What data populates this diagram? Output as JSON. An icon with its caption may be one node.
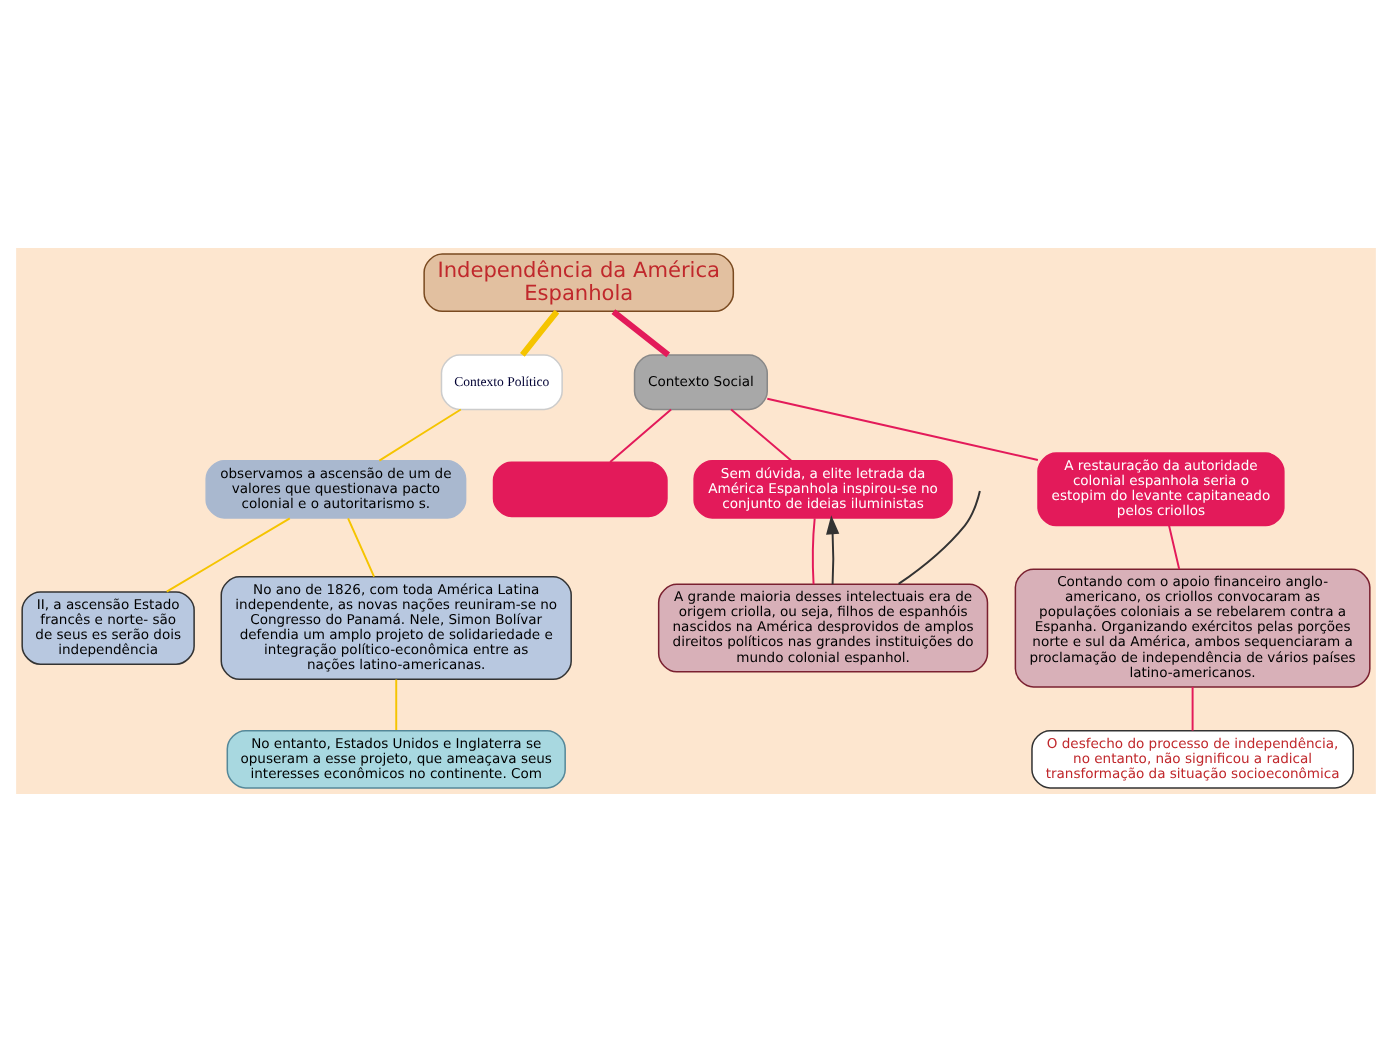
{
  "diagram": {
    "nodes": [
      {
        "text": [
          "Independência da América Espanhola"
        ]
      },
      {
        "text": [
          "Contexto Político"
        ]
      },
      {
        "text": [
          "observamos a ascensão de um de valores que questionava pacto colonial e o autoritarismo s."
        ]
      },
      {
        "text": [
          "II, a ascensão Estado francês e norte- são de seus es serão dois independência"
        ]
      },
      {
        "text": [
          "No ano de 1826, com toda América Latina independente, as novas nações reuniram-se no Congresso do Panamá. Nele, Simon Bolívar defendia um amplo projeto de solidariedade e integração político-econômica entre as nações latino-americanas."
        ]
      },
      {
        "text": [
          "No entanto, Estados Unidos e Inglaterra se opuseram a esse projeto, que ameaçava seus interesses econômicos no continente. Com"
        ]
      },
      {
        "text": [
          "Contexto Social"
        ]
      },
      {
        "text": [
          "Sem dúvida, a elite letrada da América Espanhola inspirou-se no conjunto de ideias iluministas"
        ]
      },
      {
        "text": [
          "A grande maioria desses intelectuais era de origem criolla, ou seja, filhos de espanhóis nascidos na América desprovidos de amplos direitos políticos nas grandes instituições do mundo colonial espanhol."
        ]
      },
      {
        "text": [
          "A restauração da autoridade colonial espanhola seria o estopim do levante capitaneado pelos criollos"
        ]
      },
      {
        "text": [
          "Contando com o apoio financeiro anglo-americano, os criollos convocaram as populações coloniais a se rebelarem contra a Espanha. Organizando exércitos pelas porções norte e sul da América, ambos sequenciaram a proclamação de independência de vários países latino-americanos."
        ]
      },
      {
        "text": [
          "O desfecho do processo de independência, no entanto, não significou a radical transformação da situação socioeconômica"
        ]
      },
      {
        "text": [],
        "shape": "box"
      }
    ],
    "edges": [
      {
        "from": 0,
        "to": 1,
        "arrow": "none",
        "style": "thick",
        "color": "#f5c400"
      },
      {
        "from": 1,
        "to": 2,
        "arrow": "none",
        "color": "#f5c400"
      },
      {
        "from": 2,
        "to": 3,
        "arrow": "none",
        "color": "#f5c400"
      },
      {
        "from": 2,
        "to": 4,
        "arrow": "none",
        "color": "#f5c400"
      },
      {
        "from": 4,
        "to": 5,
        "arrow": "none",
        "color": "#f5c400"
      },
      {
        "from": 0,
        "to": 6,
        "arrow": "none",
        "style": "thick"
      },
      {
        "from": 6,
        "to": 7,
        "arrow": "none"
      },
      {
        "from": 6,
        "to": 9,
        "arrow": "none"
      },
      {
        "from": 6,
        "to": 12,
        "arrow": "none"
      },
      {
        "from": 7,
        "to": 8,
        "arrow": "none"
      },
      {
        "from": 8,
        "to": 7,
        "arrow": "to",
        "color": "#333333"
      },
      {
        "from": null,
        "to": 8,
        "arrow": "none",
        "color": "#333333"
      },
      {
        "from": 9,
        "to": 10,
        "arrow": "none"
      },
      {
        "from": 10,
        "to": 11,
        "arrow": "none"
      }
    ]
  }
}
